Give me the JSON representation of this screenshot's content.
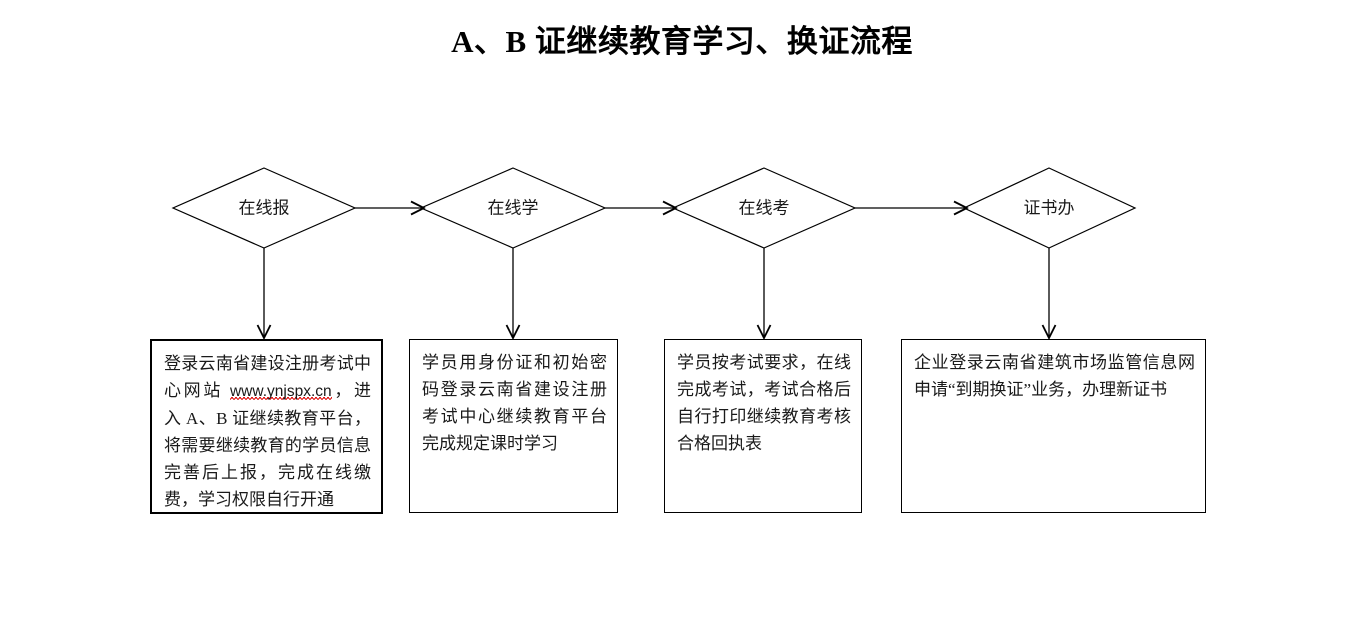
{
  "page": {
    "title": "A、B 证继续教育学习、换证流程",
    "background": "#ffffff",
    "line_color": "#000000",
    "text_color": "#1a1a1a",
    "spellcheck_underline_color": "#e01b1b"
  },
  "flow": {
    "stages": [
      {
        "id": "stage-1",
        "decision_label": "在线报",
        "box_text_leading": "登录云南省建设注册考试中心网站 ",
        "box_link": "www.ynjspx.cn",
        "box_text_trailing": "，进入 A、B 证继续教育平台，将需要继续教育的学员信息完善后上报，完成在线缴费，学习权限自行开通",
        "box_full_text": "登录云南省建设注册考试中心网站 www.ynjspx.cn，进入 A、B 证继续教育平台，将需要继续教育的学员信息完善后上报，完成在线缴费，学习权限自行开通"
      },
      {
        "id": "stage-2",
        "decision_label": "在线学",
        "box_full_text": "学员用身份证和初始密码登录云南省建设注册考试中心继续教育平台完成规定课时学习"
      },
      {
        "id": "stage-3",
        "decision_label": "在线考",
        "box_full_text": "学员按考试要求，在线完成考试，考试合格后自行打印继续教育考核合格回执表"
      },
      {
        "id": "stage-4",
        "decision_label": "证书办",
        "box_full_text": "企业登录云南省建筑市场监管信息网申请“到期换证”业务，办理新证书"
      }
    ],
    "connector_count": 3
  }
}
